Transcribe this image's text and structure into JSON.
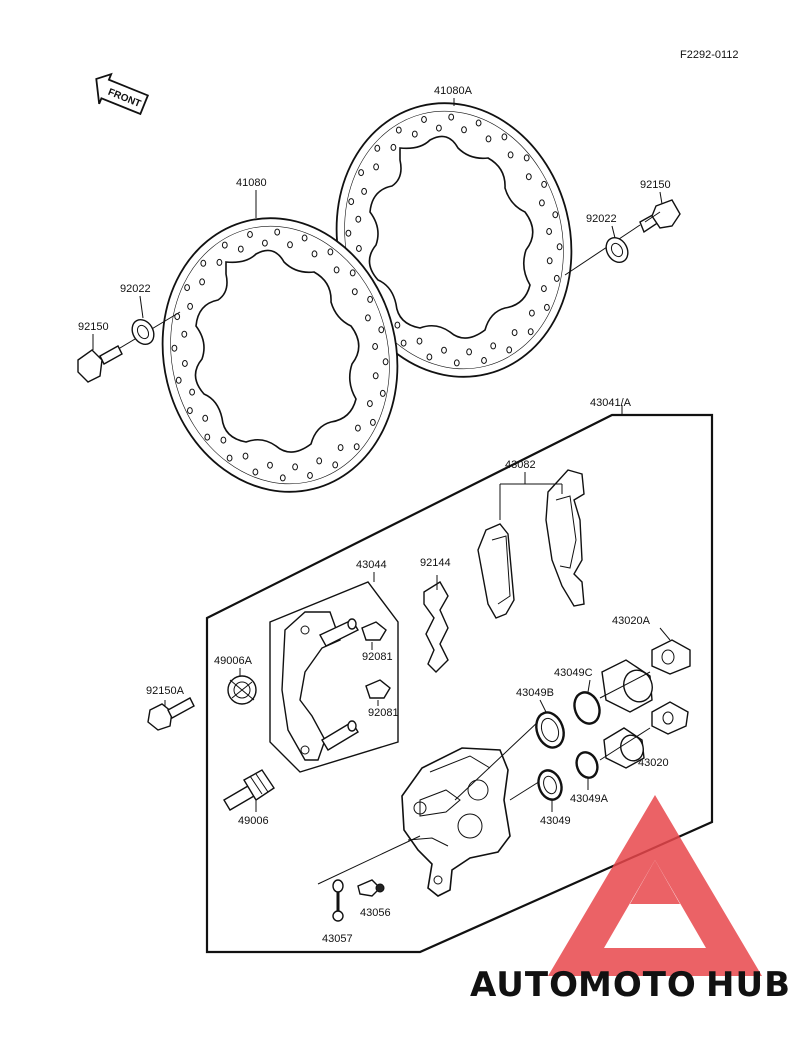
{
  "diagram": {
    "code": "F2292-0112",
    "front_label": "FRONT",
    "parts": {
      "disc_front": "41080A",
      "disc_rear": "41080",
      "washer_right": "92022",
      "bolt_right": "92150",
      "washer_left": "92022",
      "bolt_left": "92150",
      "caliper_assy": "43041/A",
      "pads": "43082",
      "bracket": "43044",
      "spring": "92144",
      "clip_upper": "92081",
      "clip_lower": "92081",
      "boot": "49006A",
      "bolt_caliper": "92150A",
      "bleeder": "49006",
      "piston_large": "43020A",
      "seal_large_a": "43049C",
      "seal_large_b": "43049B",
      "piston_small": "43020",
      "seal_small_a": "43049A",
      "seal_small_b": "43049",
      "pin": "43056",
      "screw": "43057"
    }
  },
  "watermark": {
    "auto": "AUTO",
    "moto": "MOTO",
    "hub": "HUB",
    "color_auto": "#f3b23a",
    "color_moto": "#e8474b",
    "color_hub": "#5a5a5a"
  }
}
